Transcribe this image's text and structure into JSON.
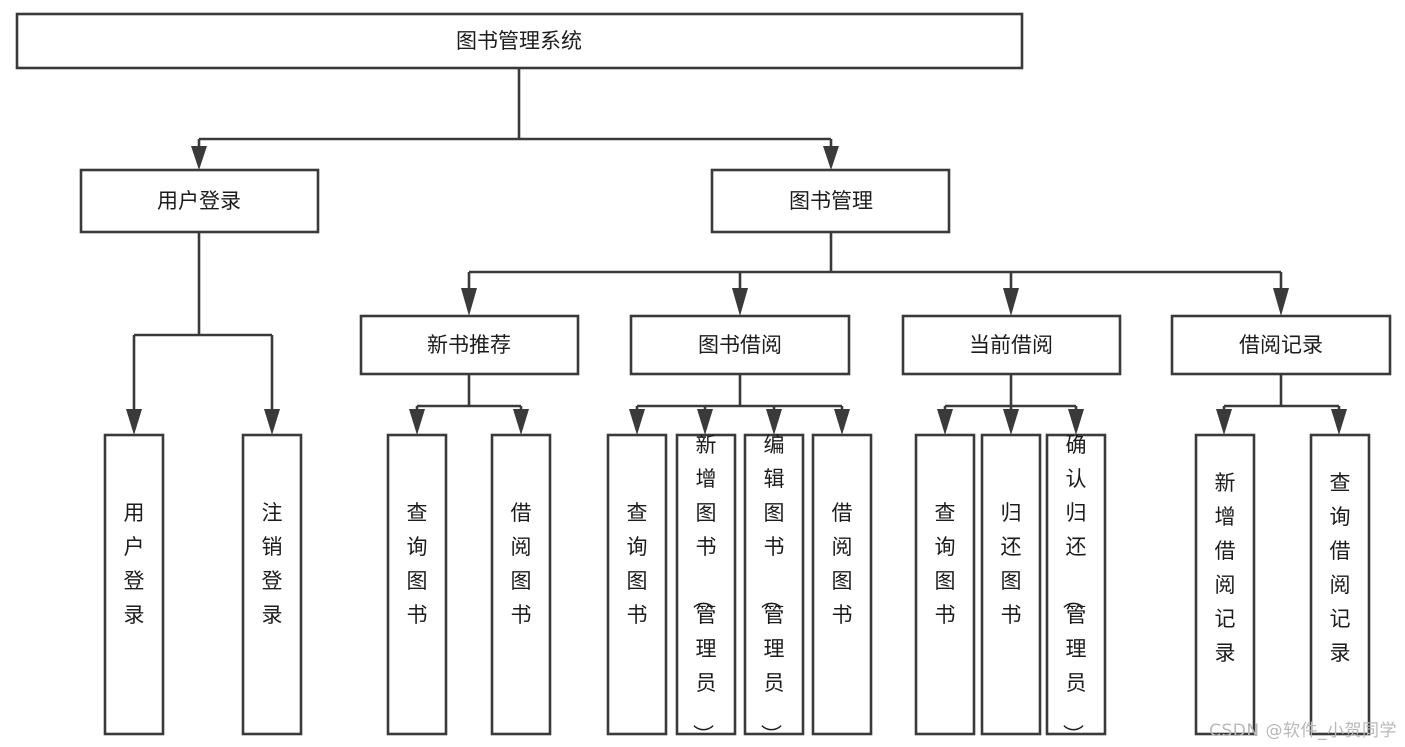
{
  "diagram": {
    "type": "tree",
    "title": "图书管理系统",
    "watermark": "CSDN @软件_小贺同学",
    "colors": {
      "stroke": "#3a3a3a",
      "fill": "#ffffff",
      "text": "#1c1c1c",
      "watermark": "#b9b9b9",
      "background": "#ffffff"
    },
    "levels": {
      "root": {
        "label": "图书管理系统"
      },
      "level2": [
        {
          "label": "用户登录"
        },
        {
          "label": "图书管理"
        }
      ],
      "level3": [
        {
          "label": "新书推荐"
        },
        {
          "label": "图书借阅"
        },
        {
          "label": "当前借阅"
        },
        {
          "label": "借阅记录"
        }
      ]
    },
    "leaves": {
      "user_login": [
        {
          "label": "用户登录"
        },
        {
          "label": "注销登录"
        }
      ],
      "new_book_recommend": [
        {
          "label": "查询图书"
        },
        {
          "label": "借阅图书"
        }
      ],
      "book_borrow": [
        {
          "label": "查询图书"
        },
        {
          "label": "新增图书（管理员）"
        },
        {
          "label": "编辑图书（管理员）"
        },
        {
          "label": "借阅图书"
        }
      ],
      "current_borrow": [
        {
          "label": "查询图书"
        },
        {
          "label": "归还图书"
        },
        {
          "label": "确认归还（管理员）"
        }
      ],
      "borrow_record": [
        {
          "label": "新增借阅记录"
        },
        {
          "label": "查询借阅记录"
        }
      ]
    }
  }
}
